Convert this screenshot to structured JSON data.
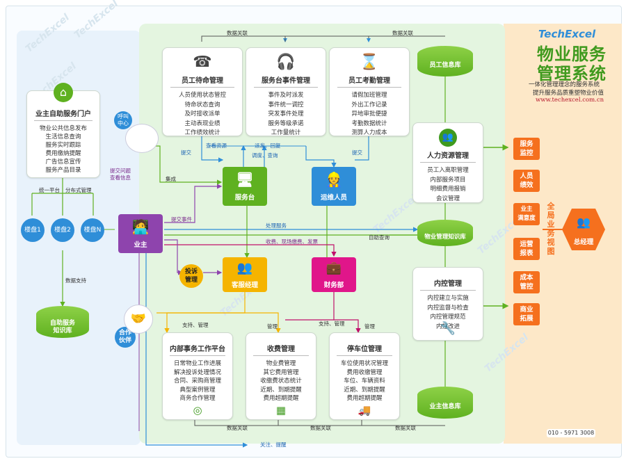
{
  "brand": {
    "logo": "TechExcel",
    "title_line1": "物业服务",
    "title_line2": "管理系统",
    "slogan1": "一体化管理理念的服务系统",
    "slogan2": "提升服务品质重塑物业价值",
    "url": "www.techexcel.com.cn",
    "phone": "010 - 5971 3008",
    "watermark": "TechExcel"
  },
  "cards": {
    "staff_duty": {
      "title": "员工待命管理",
      "items": [
        "人员使用状态管控",
        "待命状态查询",
        "及时接收派单",
        "主动表现业绩",
        "工作绩效统计"
      ]
    },
    "service_desk": {
      "title": "服务台事件管理",
      "items": [
        "事件及时派发",
        "事件统一调控",
        "突发事件处理",
        "服务等级承诺",
        "工作量统计"
      ]
    },
    "attendance": {
      "title": "员工考勤管理",
      "items": [
        "请假加班管理",
        "外出工作记录",
        "异地审批便捷",
        "考勤数据统计",
        "测算人力成本"
      ]
    },
    "owner_portal": {
      "title": "业主自助服务门户",
      "items": [
        "物业公共信息发布",
        "生活信息查询",
        "服务实时跟踪",
        "费用缴纳提醒",
        "广告信息宣传",
        "服务产品目录"
      ]
    },
    "hr": {
      "title": "人力资源管理",
      "items": [
        "员工入离职管理",
        "内部服务项目",
        "明细费用报销",
        "会议管理"
      ]
    },
    "internal_control": {
      "title": "内控管理",
      "items": [
        "内控建立与实施",
        "内控监督与检查",
        "内控管理规范",
        "内控改进"
      ]
    },
    "internal_affairs": {
      "title": "内部事务工作平台",
      "items": [
        "日常物业工作进展",
        "解决投诉处理情况",
        "合同、采购商管理",
        "典型案例管理",
        "商务合作管理"
      ]
    },
    "charging": {
      "title": "收费管理",
      "items": [
        "物业费管理",
        "其它费用管理",
        "收缴费状态统计",
        "近期、到期提醒",
        "费用超期提醒"
      ]
    },
    "parking": {
      "title": "停车位管理",
      "items": [
        "车位使用状况管理",
        "费用收缴管理",
        "车位、车辆资料",
        "近期、到期提醒",
        "费用超期提醒"
      ]
    }
  },
  "databases": {
    "staff_info": "员工信息库",
    "knowledge": "物业管理知识库",
    "owner_info": "业主信息库",
    "self_service_kb_1": "自助服务",
    "self_service_kb_2": "知识库"
  },
  "roles": {
    "call_center_1": "呼叫",
    "call_center_2": "中心",
    "service_desk": "服务台",
    "ops_staff": "运维人员",
    "owner": "业主",
    "customer_manager": "客服经理",
    "finance": "财务部",
    "complaint_1": "投诉",
    "complaint_2": "管理",
    "partner_1": "合作",
    "partner_2": "伙伴",
    "gm": "总经理"
  },
  "portals": [
    "楼盘1",
    "楼盘2",
    "楼盘N"
  ],
  "right_boxes": [
    [
      "服务",
      "监控"
    ],
    [
      "人员",
      "绩效"
    ],
    [
      "业主",
      "满意度"
    ],
    [
      "运营",
      "报表"
    ],
    [
      "成本",
      "管控"
    ],
    [
      "商业",
      "拓展"
    ]
  ],
  "global_view": [
    "全",
    "局",
    "业",
    "务",
    "视",
    "图"
  ],
  "labels": {
    "data_link": "数据关联",
    "unified_platform": "统一平台",
    "distributed_mgmt": "分布式管理",
    "data_support": "数据支持",
    "submit": "提交",
    "view_resource": "查看资源",
    "dispatch_return": "派发、回复",
    "dispatch_query": "调度、查询",
    "integrate": "集成",
    "submit_issue_1": "提交问题",
    "submit_issue_2": "查看信息",
    "submit_event": "提交事件",
    "handle_service": "处理服务",
    "auto_query": "自助查询",
    "fees": "收费、现场缴费、发票",
    "support_mgmt": "支持、管理",
    "manage": "管理",
    "attention": "关注、提醒"
  },
  "colors": {
    "green": "#5fb120",
    "blue": "#2f8ed8",
    "purple": "#8e44ad",
    "orange": "#f5701e",
    "yellow": "#f5b400",
    "pink": "#e0168a"
  }
}
